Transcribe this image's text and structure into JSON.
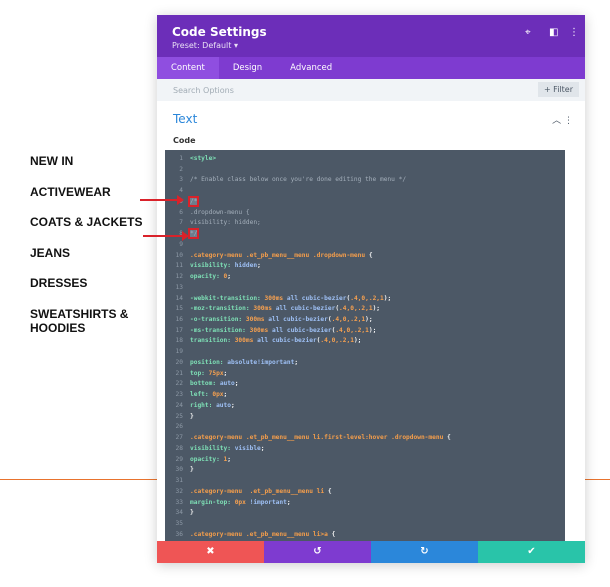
{
  "menu": [
    "NEW IN",
    "ACTIVEWEAR",
    "COATS & JACKETS",
    "JEANS",
    "DRESSES",
    "SWEATSHIRTS & HOODIES"
  ],
  "header": {
    "title": "Code Settings",
    "preset": "Preset: Default ▾",
    "icons": [
      "focus-icon",
      "sidebar-icon",
      "more-icon"
    ]
  },
  "tabs": [
    "Content",
    "Design",
    "Advanced"
  ],
  "search": {
    "placeholder": "Search Options",
    "filter": "+ Filter"
  },
  "section": {
    "title": "Text",
    "label": "Code"
  },
  "code": [
    [
      [
        "<style>",
        "tag"
      ]
    ],
    [],
    [
      [
        "/* Enable class below once you're done editing the menu */",
        "com"
      ]
    ],
    [],
    [
      [
        "/*",
        "com",
        "box"
      ]
    ],
    [
      [
        ".dropdown-menu {",
        "com"
      ]
    ],
    [
      [
        "visibility: hidden;",
        "com"
      ]
    ],
    [
      [
        "*/",
        "com",
        "box"
      ]
    ],
    [],
    [
      [
        ".category-menu .et_pb_menu__menu .dropdown-menu ",
        "sel"
      ],
      [
        "{",
        "pun"
      ]
    ],
    [
      [
        "visibility: ",
        "prop"
      ],
      [
        "hidden",
        "val"
      ],
      [
        ";",
        "pun"
      ]
    ],
    [
      [
        "opacity: ",
        "prop"
      ],
      [
        "0",
        "num"
      ],
      [
        ";",
        "pun"
      ]
    ],
    [],
    [
      [
        "-webkit-transition: ",
        "prop"
      ],
      [
        "300ms ",
        "num"
      ],
      [
        "all cubic-bezier",
        "val"
      ],
      [
        "(",
        "pun"
      ],
      [
        ".4,0,.2,1",
        "num"
      ],
      [
        ");",
        "pun"
      ]
    ],
    [
      [
        "-moz-transition: ",
        "prop"
      ],
      [
        "300ms ",
        "num"
      ],
      [
        "all cubic-bezier",
        "val"
      ],
      [
        "(",
        "pun"
      ],
      [
        ".4,0,.2,1",
        "num"
      ],
      [
        ");",
        "pun"
      ]
    ],
    [
      [
        "-o-transition: ",
        "prop"
      ],
      [
        "300ms ",
        "num"
      ],
      [
        "all cubic-bezier",
        "val"
      ],
      [
        "(",
        "pun"
      ],
      [
        ".4,0,.2,1",
        "num"
      ],
      [
        ");",
        "pun"
      ]
    ],
    [
      [
        "-ms-transition: ",
        "prop"
      ],
      [
        "300ms ",
        "num"
      ],
      [
        "all cubic-bezier",
        "val"
      ],
      [
        "(",
        "pun"
      ],
      [
        ".4,0,.2,1",
        "num"
      ],
      [
        ");",
        "pun"
      ]
    ],
    [
      [
        "transition: ",
        "prop"
      ],
      [
        "300ms ",
        "num"
      ],
      [
        "all cubic-bezier",
        "val"
      ],
      [
        "(",
        "pun"
      ],
      [
        ".4,0,.2,1",
        "num"
      ],
      [
        ");",
        "pun"
      ]
    ],
    [],
    [
      [
        "position: ",
        "prop"
      ],
      [
        "absolute!important",
        "val"
      ],
      [
        ";",
        "pun"
      ]
    ],
    [
      [
        "top: ",
        "prop"
      ],
      [
        "75px",
        "num"
      ],
      [
        ";",
        "pun"
      ]
    ],
    [
      [
        "bottom: ",
        "prop"
      ],
      [
        "auto",
        "val"
      ],
      [
        ";",
        "pun"
      ]
    ],
    [
      [
        "left: ",
        "prop"
      ],
      [
        "0px",
        "num"
      ],
      [
        ";",
        "pun"
      ]
    ],
    [
      [
        "right: ",
        "prop"
      ],
      [
        "auto",
        "val"
      ],
      [
        ";",
        "pun"
      ]
    ],
    [
      [
        "}",
        "pun"
      ]
    ],
    [],
    [
      [
        ".category-menu .et_pb_menu__menu li.first-level:hover .dropdown-menu ",
        "sel"
      ],
      [
        "{",
        "pun"
      ]
    ],
    [
      [
        "visibility: ",
        "prop"
      ],
      [
        "visible",
        "val"
      ],
      [
        ";",
        "pun"
      ]
    ],
    [
      [
        "opacity: ",
        "prop"
      ],
      [
        "1",
        "num"
      ],
      [
        ";",
        "pun"
      ]
    ],
    [
      [
        "}",
        "pun"
      ]
    ],
    [],
    [
      [
        ".category-menu  .et_pb_menu__menu li ",
        "sel"
      ],
      [
        "{",
        "pun"
      ]
    ],
    [
      [
        "margin-top: ",
        "prop"
      ],
      [
        "0px ",
        "num"
      ],
      [
        "!important",
        "val"
      ],
      [
        ";",
        "pun"
      ]
    ],
    [
      [
        "}",
        "pun"
      ]
    ],
    [],
    [
      [
        ".category-menu .et_pb_menu__menu li>a ",
        "sel"
      ],
      [
        "{",
        "pun"
      ]
    ]
  ],
  "footer": [
    {
      "icon": "close-icon",
      "glyph": "✖",
      "color": "#ef5555"
    },
    {
      "icon": "undo-icon",
      "glyph": "↺",
      "color": "#7e3bd0"
    },
    {
      "icon": "redo-icon",
      "glyph": "↻",
      "color": "#2b87da"
    },
    {
      "icon": "check-icon",
      "glyph": "✔",
      "color": "#29c4a9"
    }
  ]
}
